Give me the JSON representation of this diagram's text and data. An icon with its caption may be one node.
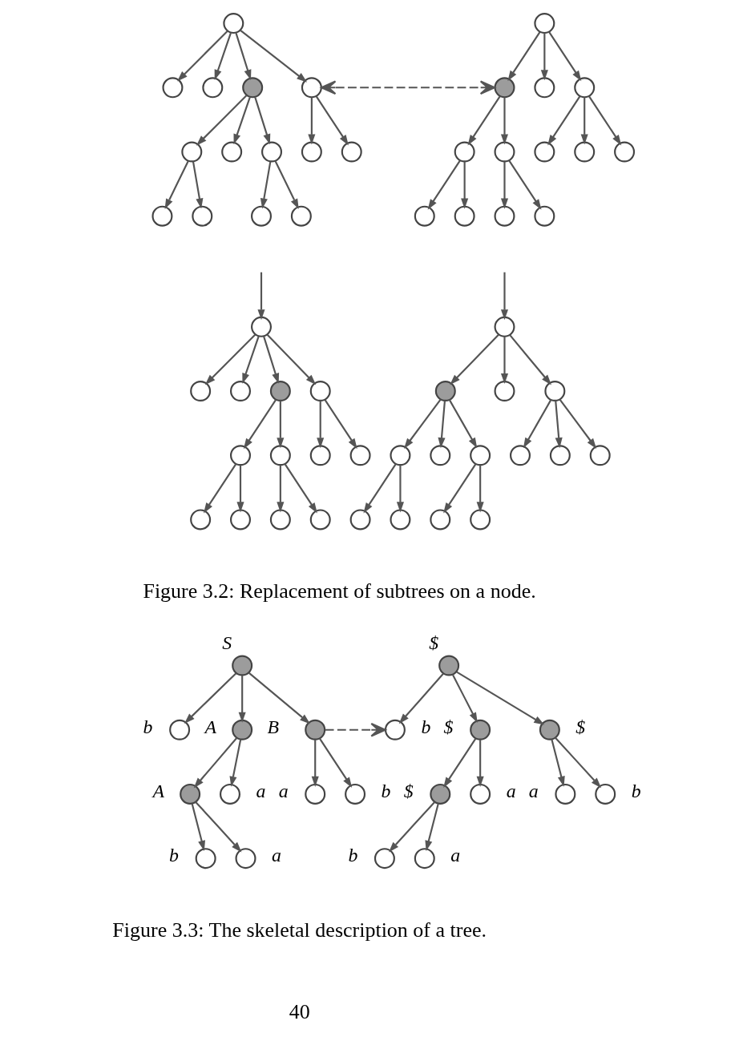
{
  "diagram": {
    "nodes": [
      {
        "text": [],
        "shape": "circle"
      },
      {
        "text": [],
        "shape": "circle"
      },
      {
        "text": [],
        "shape": "circle"
      },
      {
        "text": [],
        "shape": "circle"
      },
      {
        "text": [],
        "shape": "circle"
      },
      {
        "text": [],
        "shape": "circle"
      },
      {
        "text": [],
        "shape": "circle"
      },
      {
        "text": [],
        "shape": "circle"
      },
      {
        "text": [],
        "shape": "circle"
      },
      {
        "text": [],
        "shape": "circle"
      },
      {
        "text": [],
        "shape": "circle"
      },
      {
        "text": [],
        "shape": "circle"
      },
      {
        "text": [],
        "shape": "circle"
      },
      {
        "text": [],
        "shape": "circle"
      },
      {
        "text": [],
        "shape": "circle"
      },
      {
        "text": [],
        "shape": "circle"
      },
      {
        "text": [],
        "shape": "circle"
      },
      {
        "text": [],
        "shape": "circle"
      },
      {
        "text": [],
        "shape": "circle"
      },
      {
        "text": [],
        "shape": "circle"
      },
      {
        "text": [],
        "shape": "circle"
      },
      {
        "text": [],
        "shape": "circle"
      },
      {
        "text": [],
        "shape": "circle"
      },
      {
        "text": [],
        "shape": "circle"
      },
      {
        "text": [],
        "shape": "circle"
      },
      {
        "text": [],
        "shape": "circle"
      },
      {
        "text": [],
        "shape": "circle"
      },
      {
        "text": [],
        "shape": "circle"
      },
      {
        "text": [],
        "shape": "circle"
      },
      {
        "text": [],
        "shape": "circle"
      },
      {
        "text": [],
        "shape": "circle"
      },
      {
        "text": [],
        "shape": "circle"
      },
      {
        "text": [],
        "shape": "circle"
      },
      {
        "text": [],
        "shape": "circle"
      },
      {
        "text": [],
        "shape": "circle"
      },
      {
        "text": [],
        "shape": "circle"
      },
      {
        "text": [],
        "shape": "circle"
      },
      {
        "text": [],
        "shape": "circle"
      },
      {
        "text": [],
        "shape": "circle"
      },
      {
        "text": [],
        "shape": "circle"
      },
      {
        "text": [],
        "shape": "circle"
      },
      {
        "text": [],
        "shape": "circle"
      },
      {
        "text": [],
        "shape": "circle"
      },
      {
        "text": [],
        "shape": "circle"
      },
      {
        "text": [],
        "shape": "circle"
      },
      {
        "text": [],
        "shape": "circle"
      },
      {
        "text": [],
        "shape": "circle"
      },
      {
        "text": [],
        "shape": "circle"
      },
      {
        "text": [],
        "shape": "circle"
      },
      {
        "text": [],
        "shape": "circle"
      },
      {
        "text": [],
        "shape": "circle"
      },
      {
        "text": [],
        "shape": "circle"
      },
      {
        "text": [],
        "shape": "circle"
      },
      {
        "text": [],
        "shape": "circle"
      },
      {
        "text": [],
        "shape": "circle",
        "beside": [
          "S"
        ]
      },
      {
        "text": [],
        "shape": "circle",
        "beside": [
          "b"
        ]
      },
      {
        "text": [],
        "shape": "circle",
        "beside": [
          "A"
        ]
      },
      {
        "text": [],
        "shape": "circle",
        "beside": [
          "B"
        ]
      },
      {
        "text": [],
        "shape": "circle",
        "beside": [
          "A"
        ]
      },
      {
        "text": [],
        "shape": "circle",
        "beside": [
          "a"
        ]
      },
      {
        "text": [],
        "shape": "circle",
        "beside": [
          "a"
        ]
      },
      {
        "text": [],
        "shape": "circle",
        "beside": [
          "b"
        ]
      },
      {
        "text": [],
        "shape": "circle",
        "beside": [
          "b"
        ]
      },
      {
        "text": [],
        "shape": "circle",
        "beside": [
          "a"
        ]
      },
      {
        "text": [],
        "shape": "circle",
        "beside": [
          "$"
        ]
      },
      {
        "text": [],
        "shape": "circle",
        "beside": [
          "b"
        ]
      },
      {
        "text": [],
        "shape": "circle",
        "beside": [
          "$"
        ]
      },
      {
        "text": [],
        "shape": "circle",
        "beside": [
          "$"
        ]
      },
      {
        "text": [],
        "shape": "circle",
        "beside": [
          "$"
        ]
      },
      {
        "text": [],
        "shape": "circle",
        "beside": [
          "a"
        ]
      },
      {
        "text": [],
        "shape": "circle",
        "beside": [
          "a"
        ]
      },
      {
        "text": [],
        "shape": "circle",
        "beside": [
          "b"
        ]
      },
      {
        "text": [],
        "shape": "circle",
        "beside": [
          "b"
        ]
      },
      {
        "text": [],
        "shape": "circle",
        "beside": [
          "a"
        ]
      }
    ],
    "edges": [
      {
        "from": 0,
        "to": 1,
        "arrow": "to"
      },
      {
        "from": 0,
        "to": 2,
        "arrow": "to"
      },
      {
        "from": 0,
        "to": 3,
        "arrow": "to"
      },
      {
        "from": 0,
        "to": 4,
        "arrow": "to"
      },
      {
        "from": 3,
        "to": 5,
        "arrow": "to"
      },
      {
        "from": 3,
        "to": 6,
        "arrow": "to"
      },
      {
        "from": 3,
        "to": 7,
        "arrow": "to"
      },
      {
        "from": 4,
        "to": 8,
        "arrow": "to"
      },
      {
        "from": 4,
        "to": 9,
        "arrow": "to"
      },
      {
        "from": 5,
        "to": 10,
        "arrow": "to"
      },
      {
        "from": 5,
        "to": 11,
        "arrow": "to"
      },
      {
        "from": 7,
        "to": 12,
        "arrow": "to"
      },
      {
        "from": 7,
        "to": 13,
        "arrow": "to"
      },
      {
        "from": 4,
        "to": 15,
        "arrow": "both",
        "style": "dashed"
      },
      {
        "from": 14,
        "to": 15,
        "arrow": "to"
      },
      {
        "from": 14,
        "to": 16,
        "arrow": "to"
      },
      {
        "from": 14,
        "to": 17,
        "arrow": "to"
      },
      {
        "from": 15,
        "to": 18,
        "arrow": "to"
      },
      {
        "from": 15,
        "to": 19,
        "arrow": "to"
      },
      {
        "from": 17,
        "to": 20,
        "arrow": "to"
      },
      {
        "from": 17,
        "to": 21,
        "arrow": "to"
      },
      {
        "from": 17,
        "to": 22,
        "arrow": "to"
      },
      {
        "from": 18,
        "to": 23,
        "arrow": "to"
      },
      {
        "from": 18,
        "to": 24,
        "arrow": "to"
      },
      {
        "from": 19,
        "to": 25,
        "arrow": "to"
      },
      {
        "from": 19,
        "to": 26,
        "arrow": "to"
      },
      {
        "from": null,
        "to": 27,
        "arrow": "to"
      },
      {
        "from": null,
        "to": 40,
        "arrow": "to"
      },
      {
        "from": 27,
        "to": 28,
        "arrow": "to"
      },
      {
        "from": 27,
        "to": 29,
        "arrow": "to"
      },
      {
        "from": 27,
        "to": 30,
        "arrow": "to"
      },
      {
        "from": 27,
        "to": 31,
        "arrow": "to"
      },
      {
        "from": 30,
        "to": 32,
        "arrow": "to"
      },
      {
        "from": 30,
        "to": 33,
        "arrow": "to"
      },
      {
        "from": 31,
        "to": 34,
        "arrow": "to"
      },
      {
        "from": 31,
        "to": 35,
        "arrow": "to"
      },
      {
        "from": 32,
        "to": 36,
        "arrow": "to"
      },
      {
        "from": 32,
        "to": 37,
        "arrow": "to"
      },
      {
        "from": 33,
        "to": 38,
        "arrow": "to"
      },
      {
        "from": 33,
        "to": 39,
        "arrow": "to"
      },
      {
        "from": 40,
        "to": 41,
        "arrow": "to"
      },
      {
        "from": 40,
        "to": 42,
        "arrow": "to"
      },
      {
        "from": 40,
        "to": 43,
        "arrow": "to"
      },
      {
        "from": 41,
        "to": 44,
        "arrow": "to"
      },
      {
        "from": 41,
        "to": 45,
        "arrow": "to"
      },
      {
        "from": 41,
        "to": 46,
        "arrow": "to"
      },
      {
        "from": 43,
        "to": 47,
        "arrow": "to"
      },
      {
        "from": 43,
        "to": 48,
        "arrow": "to"
      },
      {
        "from": 43,
        "to": 49,
        "arrow": "to"
      },
      {
        "from": 44,
        "to": 50,
        "arrow": "to"
      },
      {
        "from": 44,
        "to": 51,
        "arrow": "to"
      },
      {
        "from": 46,
        "to": 52,
        "arrow": "to"
      },
      {
        "from": 46,
        "to": 53,
        "arrow": "to"
      },
      {
        "from": 54,
        "to": 55,
        "arrow": "to"
      },
      {
        "from": 54,
        "to": 56,
        "arrow": "to"
      },
      {
        "from": 54,
        "to": 57,
        "arrow": "to"
      },
      {
        "from": 56,
        "to": 58,
        "arrow": "to"
      },
      {
        "from": 56,
        "to": 59,
        "arrow": "to"
      },
      {
        "from": 57,
        "to": 60,
        "arrow": "to"
      },
      {
        "from": 57,
        "to": 61,
        "arrow": "to"
      },
      {
        "from": 58,
        "to": 62,
        "arrow": "to"
      },
      {
        "from": 58,
        "to": 63,
        "arrow": "to"
      },
      {
        "from": 57,
        "to": 65,
        "arrow": "to",
        "style": "dashed"
      },
      {
        "from": 64,
        "to": 65,
        "arrow": "to"
      },
      {
        "from": 64,
        "to": 66,
        "arrow": "to"
      },
      {
        "from": 64,
        "to": 67,
        "arrow": "to"
      },
      {
        "from": 66,
        "to": 68,
        "arrow": "to"
      },
      {
        "from": 66,
        "to": 69,
        "arrow": "to"
      },
      {
        "from": 67,
        "to": 70,
        "arrow": "to"
      },
      {
        "from": 67,
        "to": 71,
        "arrow": "to"
      },
      {
        "from": 68,
        "to": 72,
        "arrow": "to"
      },
      {
        "from": 68,
        "to": 73,
        "arrow": "to"
      }
    ],
    "labels": [
      "Figure 3.2: Replacement of subtrees on a node.",
      "Figure 3.3: The skeletal description of a tree.",
      "40"
    ]
  }
}
